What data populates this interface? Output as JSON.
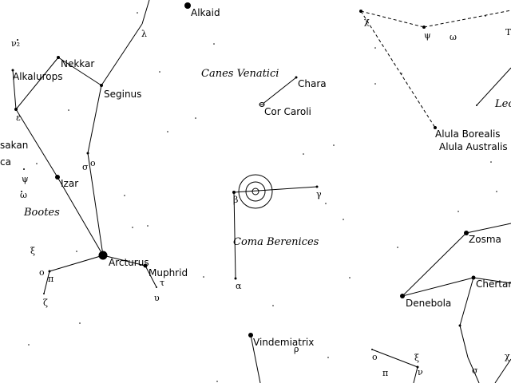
{
  "constellations": {
    "canes_venatici": "Canes Venatici",
    "bootes": "Bootes",
    "coma_berenices": "Coma Berenices",
    "leo_partial": "Leo"
  },
  "stars": {
    "alkaid": "Alkaid",
    "nekkar": "Nekkar",
    "alkalurops": "Alkalurops",
    "seginus": "Seginus",
    "izar": "Izar",
    "arcturus": "Arcturus",
    "muphrid": "Muphrid",
    "chara": "Chara",
    "cor_caroli": "Cor Caroli",
    "alula_borealis": "Alula Borealis",
    "alula_australis": "Alula Australis",
    "zosma": "Zosma",
    "chertan": "Chertan",
    "denebola": "Denebola",
    "vindemiatrix": "Vindemiatrix",
    "left_cut_1": "sakan",
    "left_cut_2": "ca"
  },
  "greek": {
    "nu2": "ν₂",
    "lambda": "λ",
    "epsilon": "ε",
    "sigma": "σ",
    "omicron": "ο",
    "psi": "ψ",
    "omega": "ω",
    "xi": "ξ",
    "pi": "π",
    "zeta": "ζ",
    "tau": "τ",
    "upsilon": "υ",
    "beta": "β",
    "gamma": "γ",
    "alpha": "α",
    "rho": "ρ",
    "chi": "χ",
    "T": "T"
  }
}
